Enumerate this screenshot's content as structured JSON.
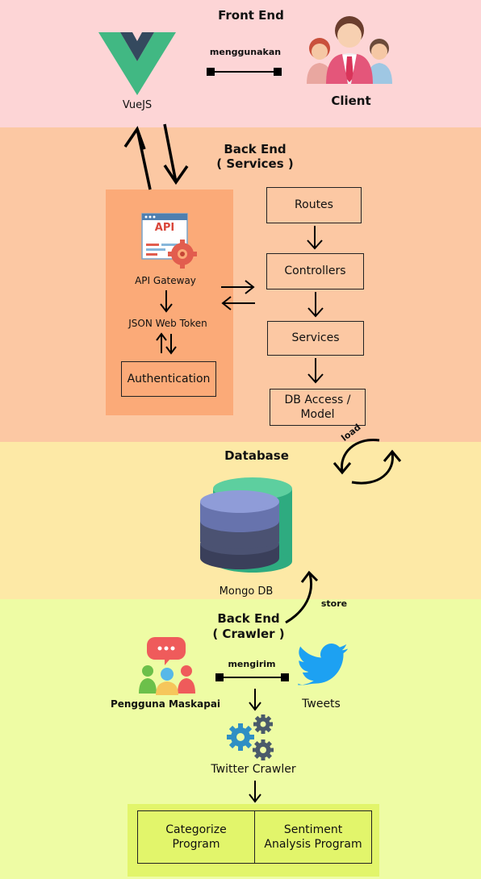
{
  "frontend": {
    "title": "Front End",
    "vue_label": "VueJS",
    "relation": "menggunakan",
    "client_label": "Client"
  },
  "backend_services": {
    "title_line1": "Back End",
    "title_line2": "( Services )",
    "gateway": {
      "api_badge": "API",
      "label": "API Gateway",
      "jwt_label": "JSON Web Token",
      "auth_label": "Authentication"
    },
    "layers": [
      "Routes",
      "Controllers",
      "Services",
      "DB Access / Model"
    ]
  },
  "database": {
    "title": "Database",
    "db_label": "Mongo DB",
    "load_label": "load",
    "store_label": "store"
  },
  "backend_crawler": {
    "title_line1": "Back End",
    "title_line2": "( Crawler )",
    "users_label": "Pengguna Maskapai",
    "relation": "mengirim",
    "tweets_label": "Tweets",
    "crawler_label": "Twitter Crawler",
    "programs": [
      "Categorize Program",
      "Sentiment Analysis Program"
    ]
  },
  "colors": {
    "frontend_bg": "#fdd5d6",
    "services_bg": "#fcc8a3",
    "gateway_bg": "#fbaa78",
    "database_bg": "#fde9a6",
    "crawler_bg": "#eefca4",
    "programs_bg": "#e2f56b",
    "vue_green": "#41b883",
    "vue_dark": "#34495e",
    "db_blue": "#7f8ccc",
    "db_green": "#2eab80",
    "twitter_blue": "#1da1f2"
  }
}
